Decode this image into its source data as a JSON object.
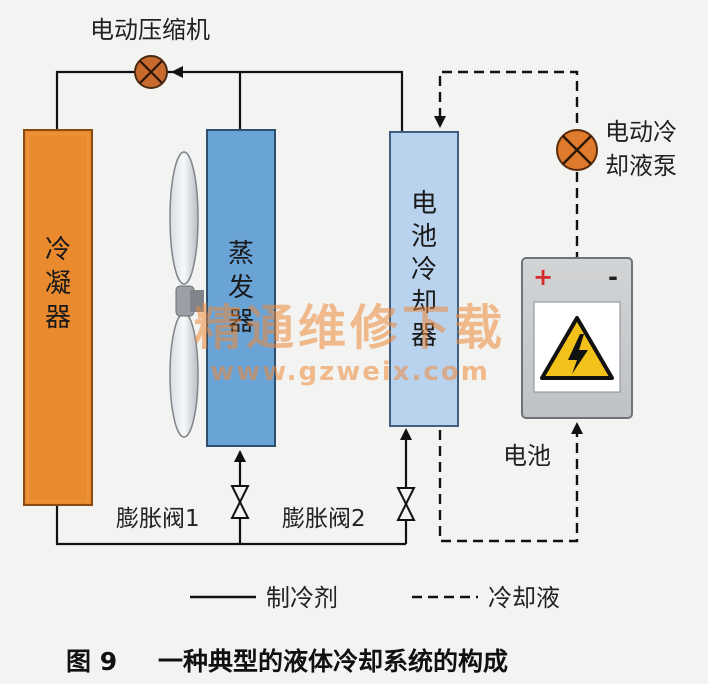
{
  "components": {
    "compressor": "电动压缩机",
    "condenser": "冷凝器",
    "evaporator": "蒸发器",
    "battery_cooler": "电池冷却器",
    "pump_line1": "电动冷",
    "pump_line2": "却液泵",
    "battery": "电池",
    "battery_plus": "+",
    "battery_minus": "-",
    "valve1": "膨胀阀1",
    "valve2": "膨胀阀2"
  },
  "legend": {
    "solid": "制冷剂",
    "dashed": "冷却液"
  },
  "watermark": {
    "cn": "精通维修下载",
    "url": "www.gzweix.com"
  },
  "caption": {
    "number": "图 9",
    "title": "一种典型的液体冷却系统的构成"
  },
  "colors": {
    "condenser": "#e98a2e",
    "evaporator": "#6aa3d6",
    "battery_cooler": "#b9d3ee",
    "pump": "#e07a2c",
    "compressor": "#c86a2e",
    "line": "#111111",
    "watermark": "#ee8a3a"
  }
}
